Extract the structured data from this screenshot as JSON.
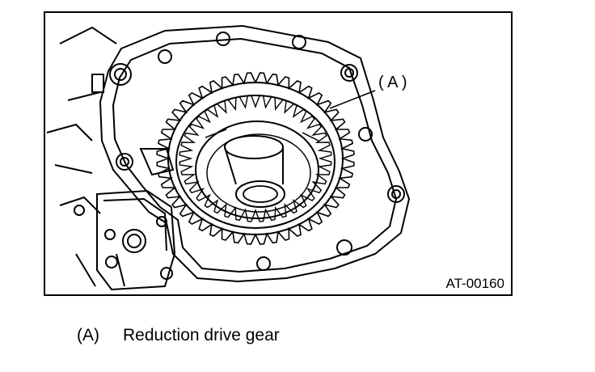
{
  "figure": {
    "id": "AT-00160",
    "callouts": [
      {
        "label": "( A )"
      }
    ]
  },
  "legend": [
    {
      "tag": "(A)",
      "text": "Reduction drive gear"
    }
  ]
}
